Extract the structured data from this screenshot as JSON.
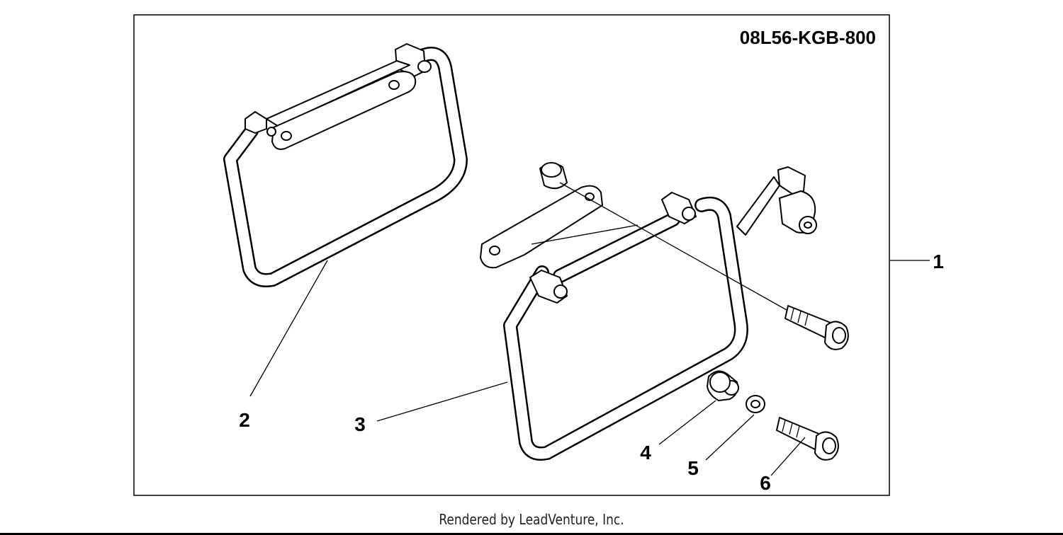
{
  "diagram": {
    "part_number": "08L56-KGB-800",
    "callouts": [
      {
        "id": "c1",
        "label": "1"
      },
      {
        "id": "c2",
        "label": "2"
      },
      {
        "id": "c3",
        "label": "3"
      },
      {
        "id": "c4",
        "label": "4"
      },
      {
        "id": "c5",
        "label": "5"
      },
      {
        "id": "c6",
        "label": "6"
      }
    ]
  },
  "footer": {
    "text": "Rendered by LeadVenture, Inc."
  }
}
